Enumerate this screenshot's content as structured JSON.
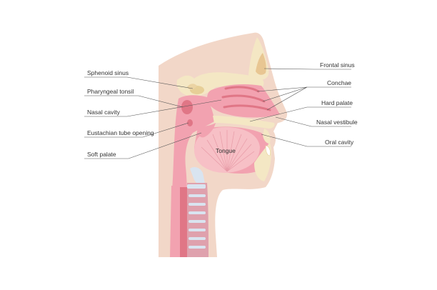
{
  "labels": {
    "sphenoid_sinus": "Sphenoid sinus",
    "pharyngeal_tonsil": "Pharyngeal tonsil",
    "nasal_cavity": "Nasal cavity",
    "eustachian_tube_opening": "Eustachian tube opening",
    "soft_palate": "Soft palate",
    "frontal_sinus": "Frontal sinus",
    "conchae": "Conchae",
    "hard_palate": "Hard palate",
    "nasal_vestibule": "Nasal vestibule",
    "oral_cavity": "Oral cavity",
    "tongue": "Tongue"
  },
  "colors": {
    "skin": "#f2d7c8",
    "bone": "#f4e7c4",
    "bone_dark": "#e7cf97",
    "tissue": "#f2a2b0",
    "tissue_light": "#f8c6cf",
    "tissue_dark": "#e07686",
    "tongue": "#f7c0c6",
    "airway": "#dfa1ad",
    "cartilage": "#d9e4f0",
    "text": "#333333",
    "leader": "#555555"
  }
}
